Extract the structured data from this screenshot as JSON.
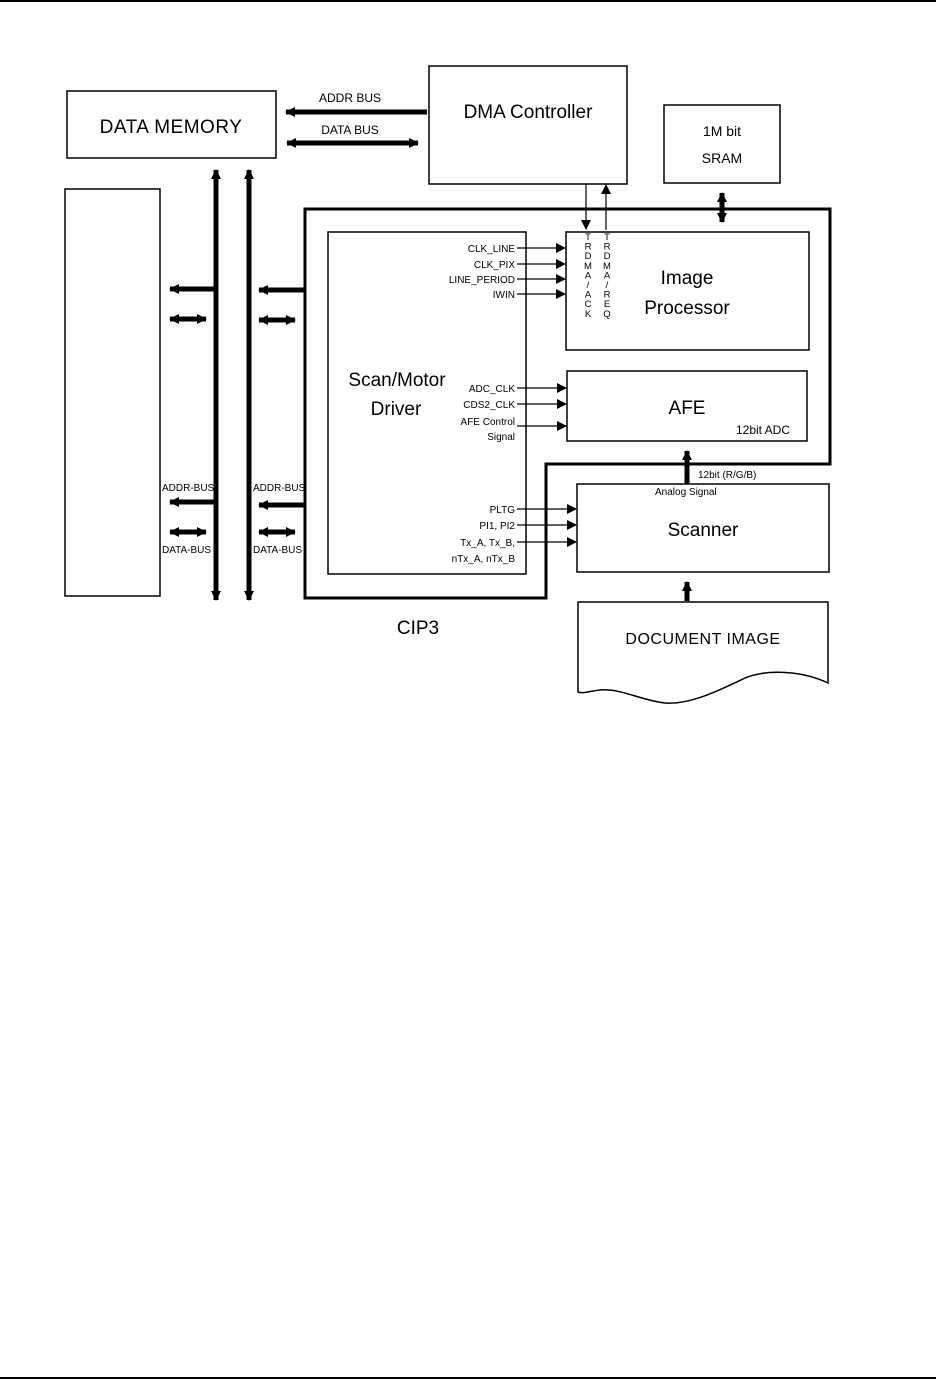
{
  "blocks": {
    "data_memory": "DATA MEMORY",
    "dma_controller": "DMA Controller",
    "sram_line1": "1M bit",
    "sram_line2": "SRAM",
    "image_proc_line1": "Image",
    "image_proc_line2": "Processor",
    "scan_driver_line1": "Scan/Motor",
    "scan_driver_line2": "Driver",
    "afe": "AFE",
    "afe_adc": "12bit ADC",
    "scanner": "Scanner",
    "document_image": "DOCUMENT IMAGE",
    "cip3": "CIP3"
  },
  "buses": {
    "addr_bus_top": "ADDR BUS",
    "data_bus_top": "DATA BUS",
    "addr_bus_left": "ADDR-BUS",
    "data_bus_left": "DATA-BUS",
    "addr_bus_right": "ADDR-BUS",
    "data_bus_right": "DATA-BUS"
  },
  "signals": {
    "clk_line": "CLK_LINE",
    "clk_pix": "CLK_PIX",
    "line_period": "LINE_PERIOD",
    "iwin": "IWIN",
    "adc_clk": "ADC_CLK",
    "cds2_clk": "CDS2_CLK",
    "afe_control_1": "AFE Control",
    "afe_control_2": "Signal",
    "pltg": "PLTG",
    "pi1_pi2": "PI1, PI2",
    "tx_1": "Tx_A, Tx_B,",
    "tx_2": "nTx_A, nTx_B",
    "trdma_ack": [
      "T",
      "R",
      "D",
      "M",
      "A",
      "/",
      "A",
      "C",
      "K"
    ],
    "trdma_req": [
      "T",
      "R",
      "D",
      "M",
      "A",
      "/",
      "R",
      "E",
      "Q"
    ],
    "rgb_12bit": "12bit (R/G/B)",
    "analog_signal": "Analog Signal"
  }
}
